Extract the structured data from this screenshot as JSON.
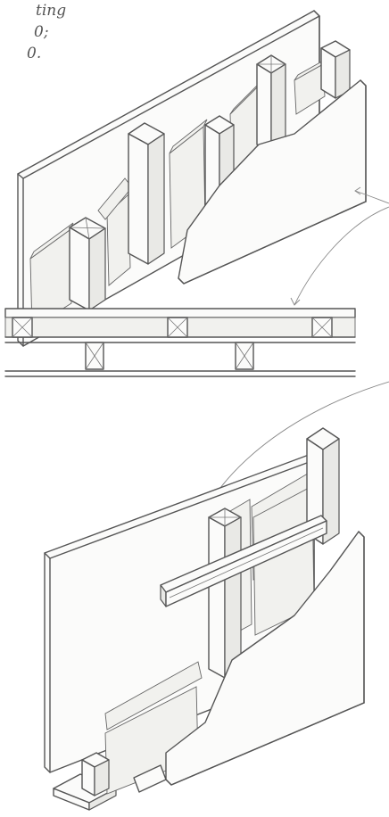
{
  "caption": {
    "lines": [
      "ting",
      "0;",
      "0."
    ]
  },
  "colors": {
    "ink": "#555555",
    "paper": "#ffffff"
  }
}
